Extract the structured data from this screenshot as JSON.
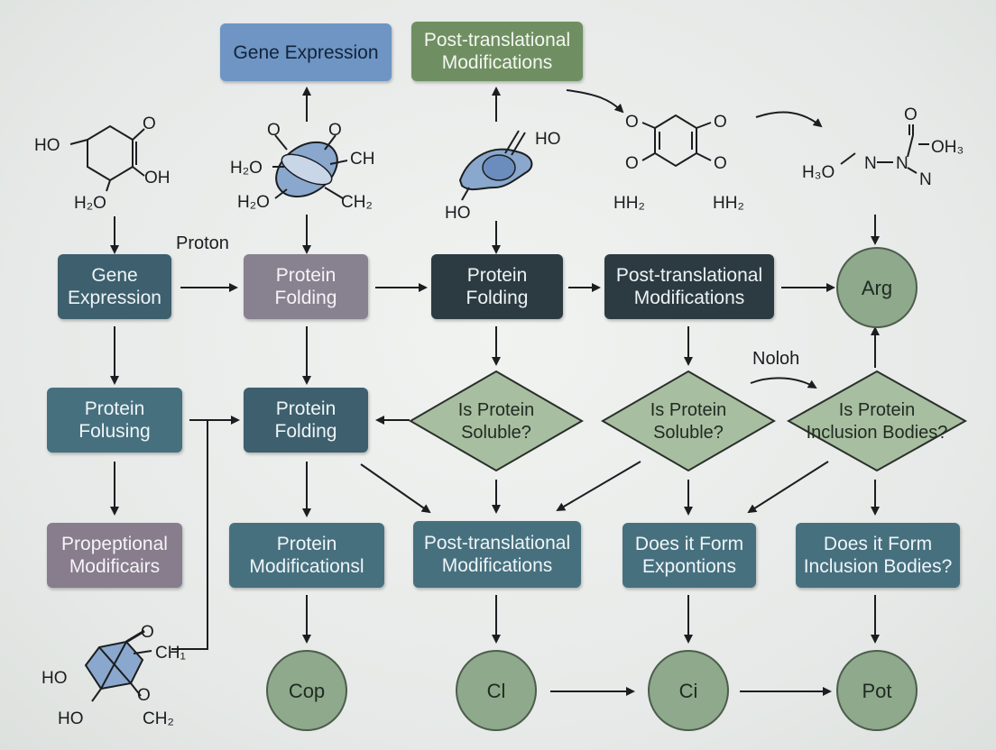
{
  "boxes": {
    "top_gene_expression": "Gene Expression",
    "top_ptm_line1": "Post-translational",
    "top_ptm_line2": "Modifications",
    "r1_gene_expression_line1": "Gene",
    "r1_gene_expression_line2": "Expression",
    "r1_protein_folding_a_line1": "Protein",
    "r1_protein_folding_a_line2": "Folding",
    "r1_protein_folding_b_line1": "Protein",
    "r1_protein_folding_b_line2": "Folding",
    "r1_ptm_line1": "Post-translational",
    "r1_ptm_line2": "Modifications",
    "r2_protein_folusing_line1": "Protein",
    "r2_protein_folusing_line2": "Folusing",
    "r2_protein_folding_line1": "Protein",
    "r2_protein_folding_line2": "Folding",
    "r3_propeptional_line1": "Propeptional",
    "r3_propeptional_line2": "Modificairs",
    "r3_protein_mods_line1": "Protein",
    "r3_protein_mods_line2": "Modificationsl",
    "r3_ptm_line1": "Post-translational",
    "r3_ptm_line2": "Modifications",
    "r3_form_exp_line1": "Does it Form",
    "r3_form_exp_line2": "Expontions",
    "r3_form_incl_line1": "Does it Form",
    "r3_form_incl_line2": "Inclusion Bodies?"
  },
  "diamonds": {
    "d1_line1": "Is Protein",
    "d1_line2": "Soluble?",
    "d2_line1": "Is Protein",
    "d2_line2": "Soluble?",
    "d3_line1": "Is Protein",
    "d3_line2": "Inclusion Bodies?"
  },
  "circles": {
    "arg": "Arg",
    "cop": "Cop",
    "cl": "Cl",
    "ci": "Ci",
    "pot": "Pot"
  },
  "floating_labels": {
    "proton": "Proton",
    "noloh": "Noloh"
  },
  "chem_labels": {
    "m1_ho": "HO",
    "m1_o": "O",
    "m1_oh": "OH",
    "m1_h2o": "H₂O",
    "m2_h2o_top": "H₂O",
    "m2_h2o_bot": "H₂O",
    "m2_ch": "CH",
    "m2_ch2": "CH₂",
    "m3_ho_top": "HO",
    "m3_ho_bot": "HO",
    "m4_o_left_top": "O",
    "m4_o_right_top": "O",
    "m4_o_left_bot": "O",
    "m4_o_right_bot": "O",
    "m4_hh2_left": "HH₂",
    "m4_hh2_right": "HH₂",
    "m5_o": "O",
    "m5_oh3": "OH₃",
    "m5_h3o": "H₃O",
    "m5_n1": "N",
    "m5_n2": "N",
    "m5_n3": "N",
    "m6_o": "O",
    "m6_ch1": "CH₁",
    "m6_ho_top": "HO",
    "m6_ho_bot": "HO",
    "m6_o_bot": "O",
    "m6_ch2": "CH₂"
  },
  "colors": {
    "blue_box": "#6e95c3",
    "green_box": "#6f8f62",
    "teal_box": "#3d5f6e",
    "dark_box": "#2c3b42",
    "diamond_fill": "#a8bea0",
    "circle_fill": "#8ea98b"
  }
}
